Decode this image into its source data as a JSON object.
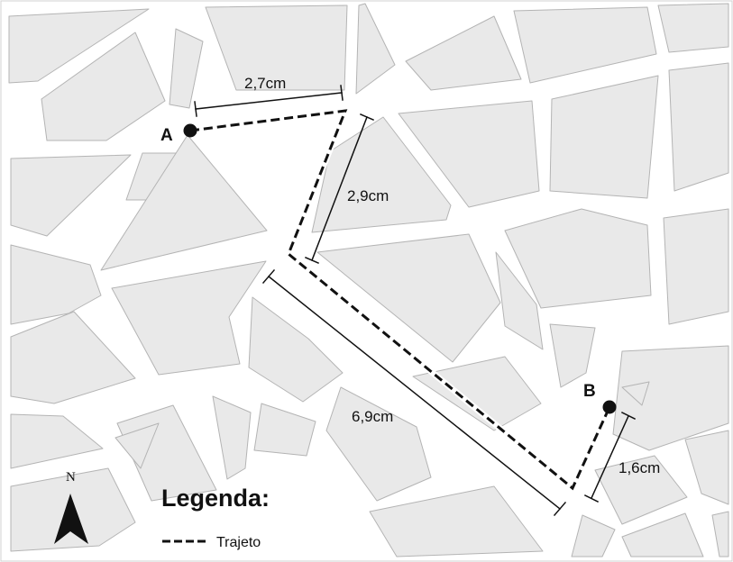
{
  "measurements": [
    {
      "id": "seg1",
      "label": "2,7cm"
    },
    {
      "id": "seg2",
      "label": "2,9cm"
    },
    {
      "id": "seg3",
      "label": "6,9cm"
    },
    {
      "id": "seg4",
      "label": "1,6cm"
    }
  ],
  "points": {
    "start": {
      "label": "A"
    },
    "end": {
      "label": "B"
    }
  },
  "legend": {
    "title": "Legenda:",
    "items": [
      {
        "label": "Trajeto",
        "symbol": "dashed-line"
      }
    ]
  },
  "north_arrow": {
    "label": "N"
  },
  "colors": {
    "block_fill": "#e9e9e9",
    "block_stroke": "#b4b4b4",
    "street": "#ffffff",
    "route": "#111111"
  }
}
